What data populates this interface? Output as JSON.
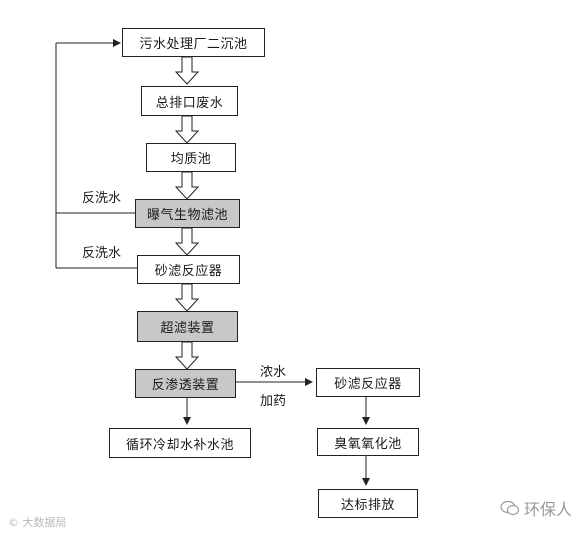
{
  "nodes": {
    "n1": "污水处理厂二沉池",
    "n2": "总排口废水",
    "n3": "均质池",
    "n4": "曝气生物滤池",
    "n5": "砂滤反应器",
    "n6": "超滤装置",
    "n7": "反渗透装置",
    "n8": "循环冷却水补水池",
    "n9": "砂滤反应器",
    "n10": "臭氧氧化池",
    "n11": "达标排放"
  },
  "labels": {
    "backwash1": "反洗水",
    "backwash2": "反洗水",
    "concentrate": "浓水",
    "dosing": "加药"
  },
  "watermark": {
    "left": "© 大数据局",
    "right": "环保人"
  },
  "colors": {
    "shaded_box": "#c8c8c8",
    "line": "#222222"
  }
}
